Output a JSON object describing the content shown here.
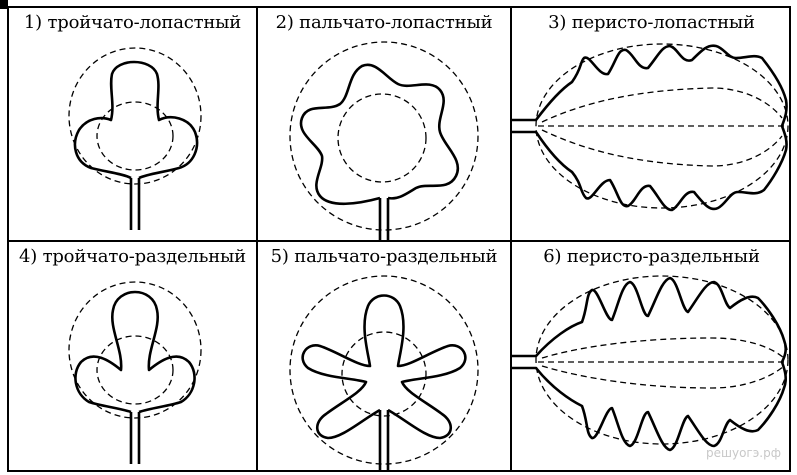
{
  "cells": [
    {
      "label": "1) тройчато-лопастный",
      "shape": "trifoliate-lobed"
    },
    {
      "label": "2) пальчато-лопастный",
      "shape": "palmate-lobed"
    },
    {
      "label": "3) перисто-лопастный",
      "shape": "pinnate-lobed"
    },
    {
      "label": "4) тройчато-раздельный",
      "shape": "trifoliate-parted"
    },
    {
      "label": "5) пальчато-раздельный",
      "shape": "palmate-parted"
    },
    {
      "label": "6) перисто-раздельный",
      "shape": "pinnate-parted"
    }
  ],
  "watermark": "решуогэ.рф"
}
